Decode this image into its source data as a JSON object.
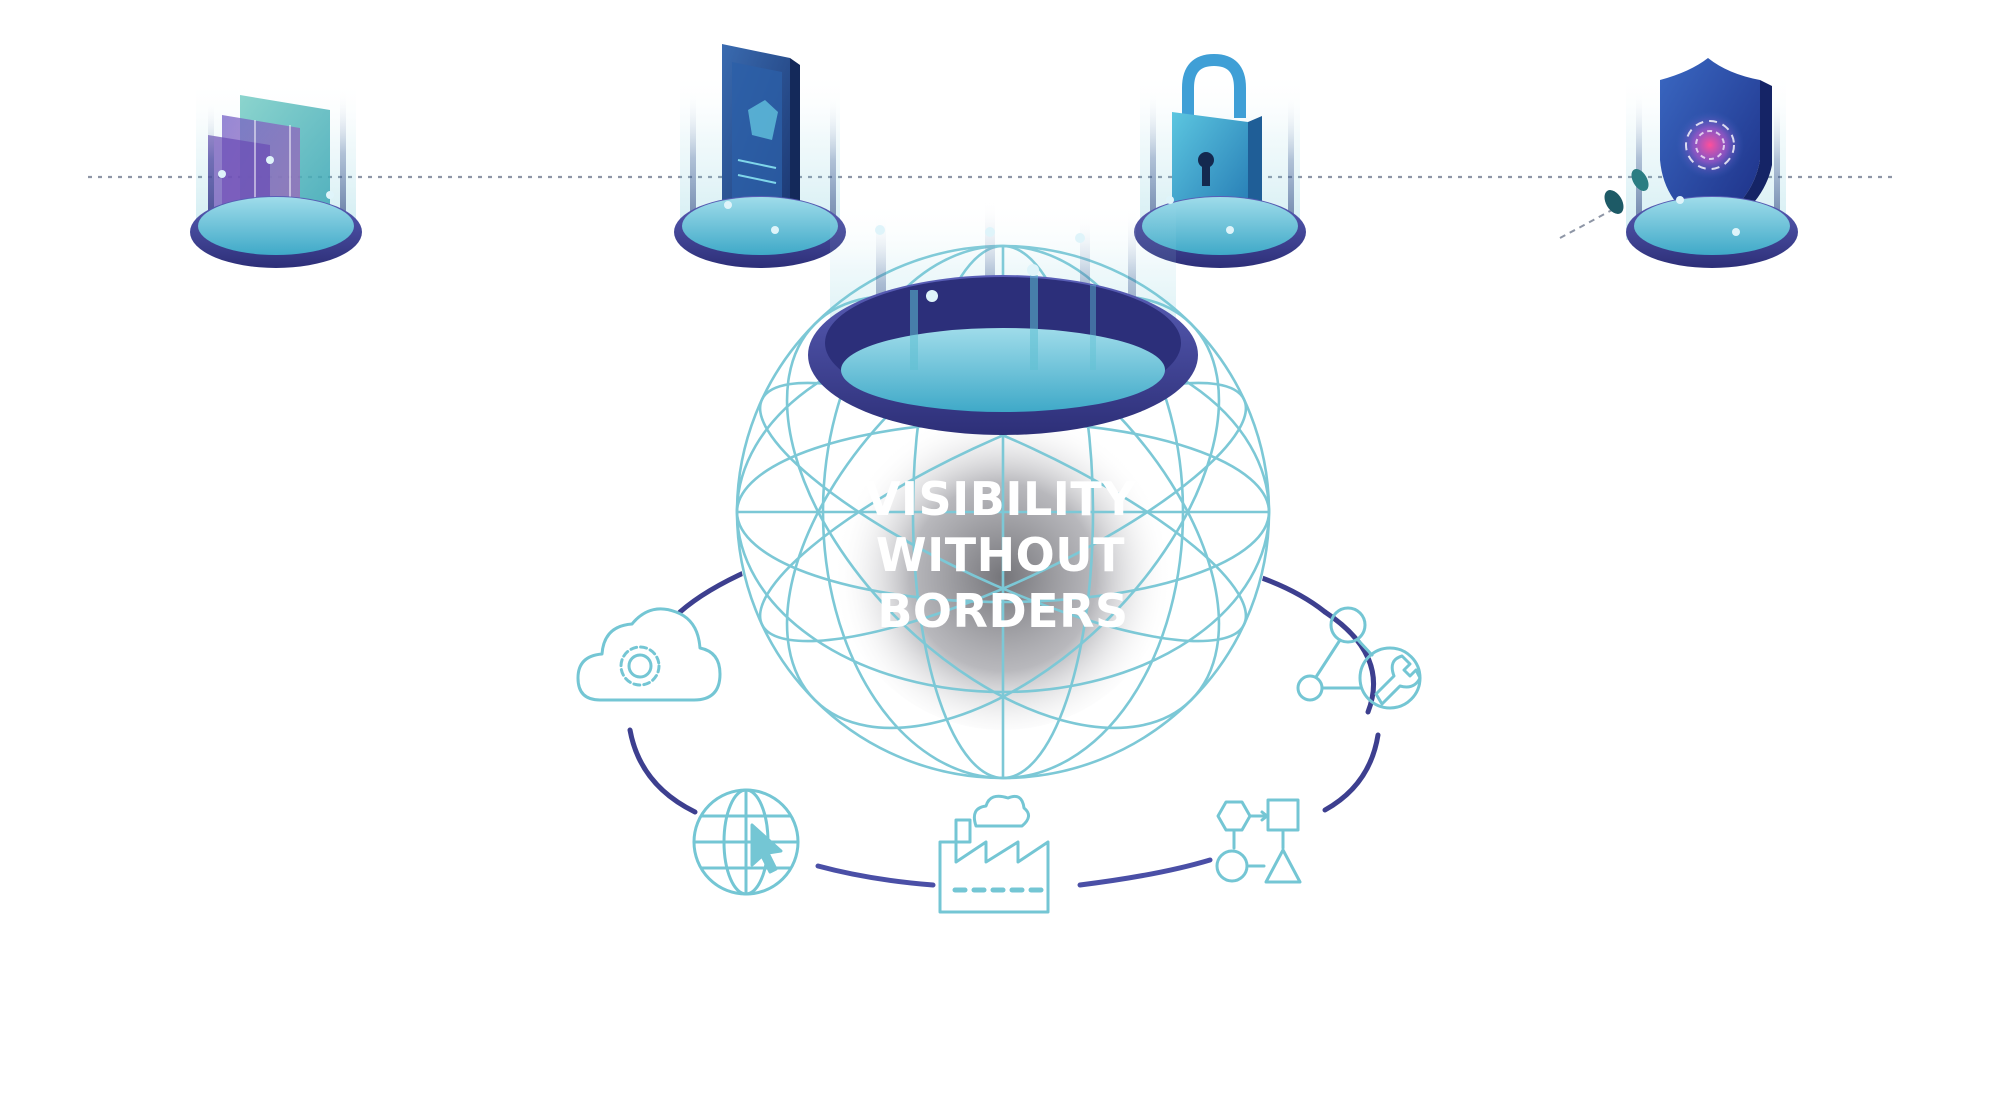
{
  "headline": {
    "lines": [
      "VISIBILITY",
      "WITHOUT",
      "BORDERS"
    ]
  },
  "colors": {
    "ring_dark": "#3d3f8f",
    "ring_mid": "#4a4fa6",
    "accent_light": "#6ac5d6",
    "accent_mid": "#2f9fbd",
    "icon_stroke": "#74c6d4",
    "orbit": "#3d3f8f",
    "dotted_line": "#8e96a6",
    "text": "#ffffff"
  },
  "pedestals": [
    {
      "icon": "chart-panels-icon"
    },
    {
      "icon": "smartphone-icon"
    },
    {
      "icon": "padlock-icon"
    },
    {
      "icon": "shield-icon"
    }
  ],
  "orbit_icons": [
    {
      "icon": "cloud-gear-icon"
    },
    {
      "icon": "globe-cursor-icon"
    },
    {
      "icon": "factory-icon"
    },
    {
      "icon": "process-flow-icon"
    },
    {
      "icon": "network-wrench-icon"
    }
  ]
}
